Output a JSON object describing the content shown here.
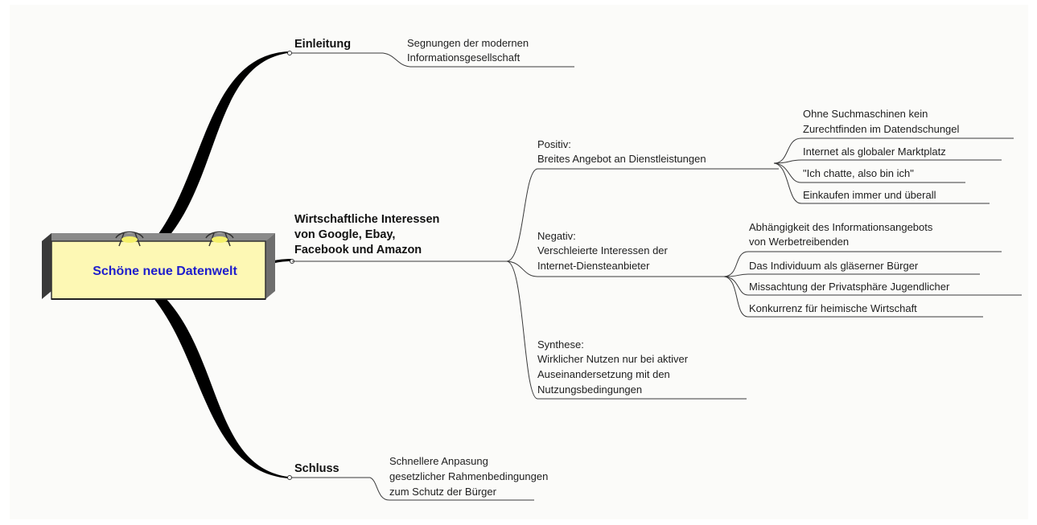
{
  "map": {
    "center": {
      "label": "Schöne neue Datenwelt"
    },
    "branches": {
      "einleitung": {
        "label": "Einleitung",
        "sub": {
          "line1": "Segnungen der modernen",
          "line2": "Informationsgesellschaft"
        }
      },
      "wirtschaft": {
        "line1": "Wirtschaftliche Interessen",
        "line2": "von Google, Ebay,",
        "line3": "Facebook und Amazon",
        "positiv": {
          "line1": "Positiv:",
          "line2": "Breites Angebot an Dienstleistungen",
          "items": [
            {
              "line1": "Ohne Suchmaschinen kein",
              "line2": "Zurechtfinden im Datendschungel"
            },
            {
              "line1": "Internet als globaler Marktplatz"
            },
            {
              "line1": "\"Ich chatte, also bin ich\""
            },
            {
              "line1": "Einkaufen immer und überall"
            }
          ]
        },
        "negativ": {
          "line1": "Negativ:",
          "line2": "Verschleierte Interessen der",
          "line3": "Internet-Diensteanbieter",
          "items": [
            {
              "line1": "Abhängigkeit des Informationsangebots",
              "line2": "von Werbetreibenden"
            },
            {
              "line1": "Das Individuum als gläserner Bürger"
            },
            {
              "line1": "Missachtung der Privatsphäre Jugendlicher"
            },
            {
              "line1": "Konkurrenz für heimische Wirtschaft"
            }
          ]
        },
        "synthese": {
          "line1": "Synthese:",
          "line2": "Wirklicher Nutzen nur bei aktiver",
          "line3": "Auseinandersetzung mit den",
          "line4": "Nutzungsbedingungen"
        }
      },
      "schluss": {
        "label": "Schluss",
        "sub": {
          "line1": "Schnellere Anpasung",
          "line2": "gesetzlicher Rahmenbedingungen",
          "line3": "zum Schutz der Bürger"
        }
      }
    }
  },
  "colors": {
    "center_text": "#1e1ecc",
    "center_fill": "#fdf8b4",
    "branch_stroke": "#000000",
    "line_stroke": "#3a3a3a"
  }
}
